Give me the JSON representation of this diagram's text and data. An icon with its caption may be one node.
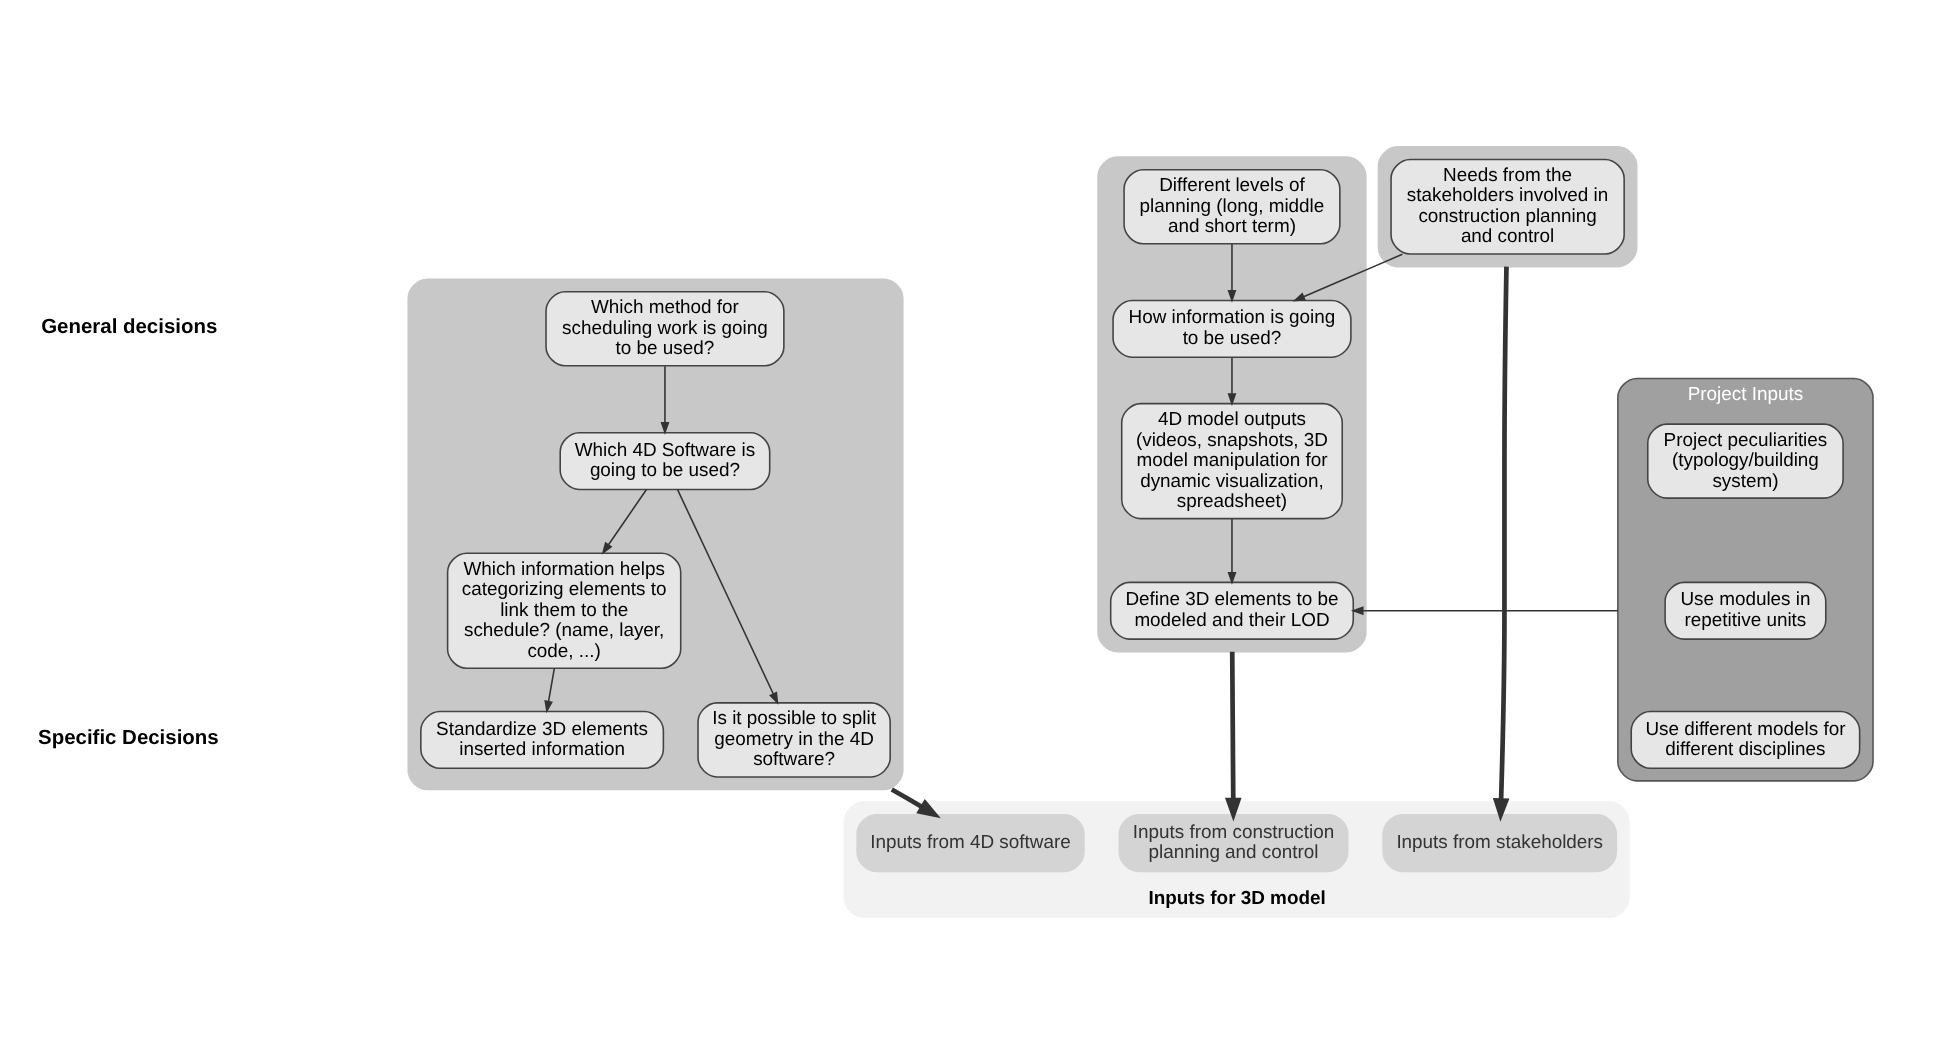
{
  "diagram": {
    "nodes": [
      {
        "text": [],
        "shape": "box"
      },
      {
        "text": [
          "Which method for scheduling work is going to be used?"
        ],
        "in": 0
      },
      {
        "text": [
          "Which 4D Software is going to be used?"
        ],
        "in": 0
      },
      {
        "text": [
          "Which information helps categorizing elements to link them to the schedule? (name, layer, code, ...)"
        ],
        "in": 0
      },
      {
        "text": [
          "Standardize 3D elements inserted information"
        ],
        "in": 0
      },
      {
        "text": [
          "Is it possible to split geometry in the 4D software?"
        ],
        "in": 0
      },
      {
        "text": [],
        "shape": "box"
      },
      {
        "text": [
          "Different levels of planning (long, middle and short term)"
        ],
        "in": 6
      },
      {
        "text": [
          "How information is going to be used?"
        ],
        "in": 6
      },
      {
        "text": [
          "4D model outputs (videos, snapshots, 3D model manipulation for dynamic visualization, spreadsheet)"
        ],
        "in": 6
      },
      {
        "text": [
          "Define 3D elements to be modeled and their LOD"
        ],
        "in": 6
      },
      {
        "text": [],
        "shape": "box"
      },
      {
        "text": [
          "Needs from the stakeholders involved in construction planning and control"
        ],
        "in": 11
      },
      {
        "text": [
          "Project Inputs"
        ]
      },
      {
        "text": [
          "Project peculiarities (typology/building system)"
        ],
        "in": 13
      },
      {
        "text": [
          "Use modules in repetitive units"
        ],
        "in": 13
      },
      {
        "text": [
          "Use different models for different disciplines"
        ],
        "in": 13
      },
      {
        "text": [
          "Inputs for 3D model"
        ]
      },
      {
        "text": [
          "Inputs from 4D software"
        ],
        "in": 17
      },
      {
        "text": [
          "Inputs from construction planning and control"
        ],
        "in": 17
      },
      {
        "text": [
          "Inputs from stakeholders"
        ],
        "in": 17
      }
    ],
    "edges": [
      {
        "from": 1,
        "to": 2,
        "arrow": "to"
      },
      {
        "from": 2,
        "to": 3,
        "arrow": "to"
      },
      {
        "from": 2,
        "to": 5,
        "arrow": "to"
      },
      {
        "from": 3,
        "to": 4,
        "arrow": "to"
      },
      {
        "from": 7,
        "to": 8,
        "arrow": "to"
      },
      {
        "from": 12,
        "to": 8,
        "arrow": "to"
      },
      {
        "from": 8,
        "to": 9,
        "arrow": "to"
      },
      {
        "from": 9,
        "to": 10,
        "arrow": "to"
      },
      {
        "from": 13,
        "to": 10,
        "arrow": "to"
      },
      {
        "from": 0,
        "to": 18,
        "arrow": "to",
        "style": "thick"
      },
      {
        "from": 6,
        "to": 19,
        "arrow": "to",
        "style": "thick"
      },
      {
        "from": 11,
        "to": 20,
        "arrow": "to",
        "style": "thick"
      }
    ],
    "labels": [
      "General decisions",
      "Specific Decisions"
    ]
  }
}
